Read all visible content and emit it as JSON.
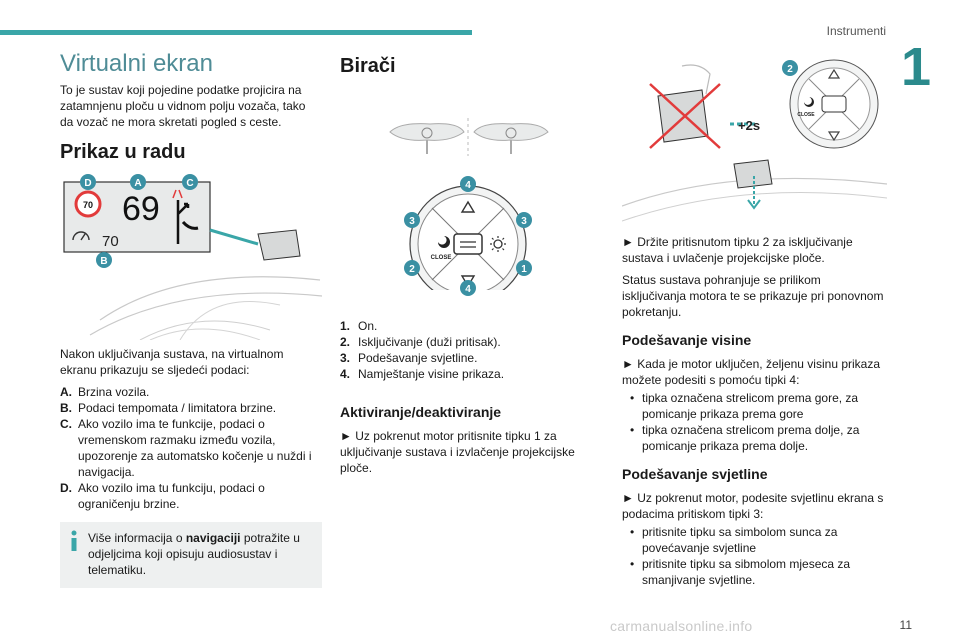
{
  "header": {
    "section_title": "Instrumenti",
    "chapter_number": "1"
  },
  "col1": {
    "title": "Virtualni ekran",
    "intro": "To je sustav koji pojedine podatke projicira na zatamnjenu ploču u vidnom polju vozača, tako da vozač ne mora skretati pogled s ceste.",
    "subtitle": "Prikaz u radu",
    "illustration": {
      "speed": "69",
      "limit_sign": "70",
      "cruise_value": "70",
      "badges": [
        "D",
        "A",
        "C",
        "B"
      ]
    },
    "paragraph": "Nakon uključivanja sustava, na virtualnom ekranu prikazuju se sljedeći podaci:",
    "items": [
      {
        "key": "A.",
        "text": "Brzina vozila."
      },
      {
        "key": "B.",
        "text": "Podaci tempomata / limitatora brzine."
      },
      {
        "key": "C.",
        "text": "Ako vozilo ima te funkcije, podaci o vremenskom razmaku između vozila, upozorenje za automatsko kočenje u nuždi i navigacija."
      },
      {
        "key": "D.",
        "text": "Ako vozilo ima tu funkciju, podaci o ograničenju brzine."
      }
    ],
    "info": {
      "before": "Više informacija o ",
      "bold": "navigaciji",
      "after": " potražite u odjeljcima koji opisuju audiosustav i telematiku."
    }
  },
  "col2": {
    "title": "Birači",
    "dial": {
      "close_label": "CLOSE",
      "badges": [
        "4",
        "3",
        "3",
        "2",
        "1",
        "4"
      ]
    },
    "numbered": [
      {
        "key": "1.",
        "text": "On."
      },
      {
        "key": "2.",
        "text": "Isključivanje (duži pritisak)."
      },
      {
        "key": "3.",
        "text": "Podešavanje svjetline."
      },
      {
        "key": "4.",
        "text": "Namještanje visine prikaza."
      }
    ],
    "subtitle": "Aktiviranje/deaktiviranje",
    "paragraph": "► Uz pokrenut motor pritisnite tipku 1 za uključivanje sustava i izvlačenje projekcijske ploče."
  },
  "col3": {
    "illustration": {
      "badge": "2",
      "hold_label": "+2s",
      "close_label": "CLOSE"
    },
    "p1": "► Držite pritisnutom tipku 2 za isključivanje sustava i uvlačenje projekcijske ploče.",
    "p2": "Status sustava pohranjuje se prilikom isključivanja motora te se prikazuje pri ponovnom pokretanju.",
    "height": {
      "title": "Podešavanje visine",
      "intro": "► Kada je motor uključen, željenu visinu prikaza možete podesiti s pomoću tipki 4:",
      "bullets": [
        "tipka označena strelicom prema gore, za pomicanje prikaza prema gore",
        "tipka označena strelicom prema dolje, za pomicanje prikaza prema dolje."
      ]
    },
    "brightness": {
      "title": "Podešavanje svjetline",
      "intro": "► Uz pokrenut motor, podesite svjetlinu ekrana s podacima pritiskom tipki 3:",
      "bullets": [
        "pritisnite tipku sa simbolom sunca za povećavanje svjetline",
        "pritisnite tipku sa sibmolom mjeseca za smanjivanje svjetline."
      ]
    }
  },
  "footer": {
    "page_number": "11",
    "watermark": "carmanualsonline.info"
  },
  "colors": {
    "accent": "#3aa6a8",
    "badge": "#3a90a3",
    "red": "#e23b3b"
  }
}
